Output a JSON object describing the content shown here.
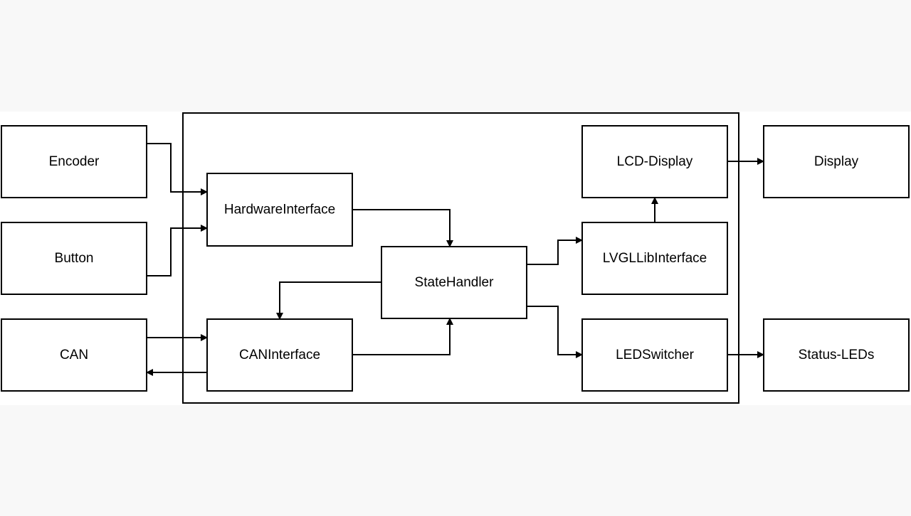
{
  "diagram": {
    "nodes": [
      {
        "id": "encoder",
        "label": "Encoder"
      },
      {
        "id": "button",
        "label": "Button"
      },
      {
        "id": "can",
        "label": "CAN"
      },
      {
        "id": "hardware-interface",
        "label": "HardwareInterface"
      },
      {
        "id": "can-interface",
        "label": "CANInterface"
      },
      {
        "id": "state-handler",
        "label": "StateHandler"
      },
      {
        "id": "lcd-display",
        "label": "LCD-Display"
      },
      {
        "id": "lvgl-lib-interface",
        "label": "LVGLLibInterface"
      },
      {
        "id": "led-switcher",
        "label": "LEDSwitcher"
      },
      {
        "id": "display",
        "label": "Display"
      },
      {
        "id": "status-leds",
        "label": "Status-LEDs"
      }
    ],
    "edges": [
      {
        "from": "encoder",
        "to": "hardware-interface"
      },
      {
        "from": "button",
        "to": "hardware-interface"
      },
      {
        "from": "can",
        "to": "can-interface"
      },
      {
        "from": "can-interface",
        "to": "can"
      },
      {
        "from": "hardware-interface",
        "to": "state-handler"
      },
      {
        "from": "can-interface",
        "to": "state-handler"
      },
      {
        "from": "state-handler",
        "to": "can-interface"
      },
      {
        "from": "state-handler",
        "to": "lvgl-lib-interface"
      },
      {
        "from": "state-handler",
        "to": "led-switcher"
      },
      {
        "from": "lvgl-lib-interface",
        "to": "lcd-display"
      },
      {
        "from": "lcd-display",
        "to": "display"
      },
      {
        "from": "led-switcher",
        "to": "status-leds"
      }
    ],
    "colors": {
      "stroke": "#000000",
      "fill": "#ffffff",
      "background": "#f8f8f8"
    }
  }
}
